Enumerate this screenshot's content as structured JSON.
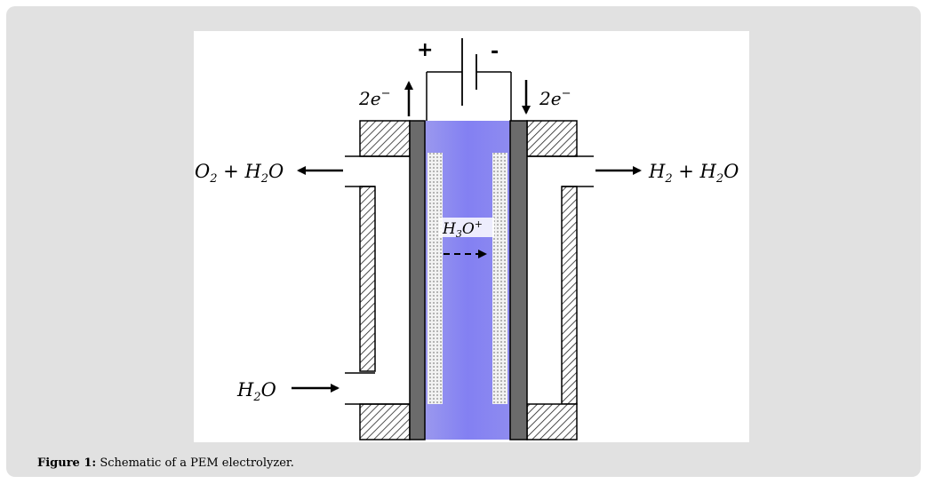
{
  "figure": {
    "caption_label": "Figure 1:",
    "caption_text": " Schematic of a PEM electrolyzer."
  },
  "diagram": {
    "plus_sign": "+",
    "minus_sign": "-",
    "anode_electrons": {
      "base": "2e",
      "sup": "−"
    },
    "cathode_electrons": {
      "base": "2e",
      "sup": "−"
    },
    "anode_outlet": {
      "a": "O",
      "a_sub": "2",
      "plus": " + H",
      "b_sub": "2",
      "c": "O"
    },
    "cathode_outlet": {
      "a": "H",
      "a_sub": "2",
      "plus": " + H",
      "b_sub": "2",
      "c": "O"
    },
    "inlet": {
      "a": "H",
      "a_sub": "2",
      "c": "O"
    },
    "ion": {
      "a": "H",
      "a_sub": "3",
      "c": "O",
      "sup": "+"
    }
  },
  "colors": {
    "panel_bg": "#e1e1e1",
    "electrode": "#6b6b6b",
    "membrane": "#8a87f0",
    "diffusion_layer": "#f4f4f4"
  }
}
